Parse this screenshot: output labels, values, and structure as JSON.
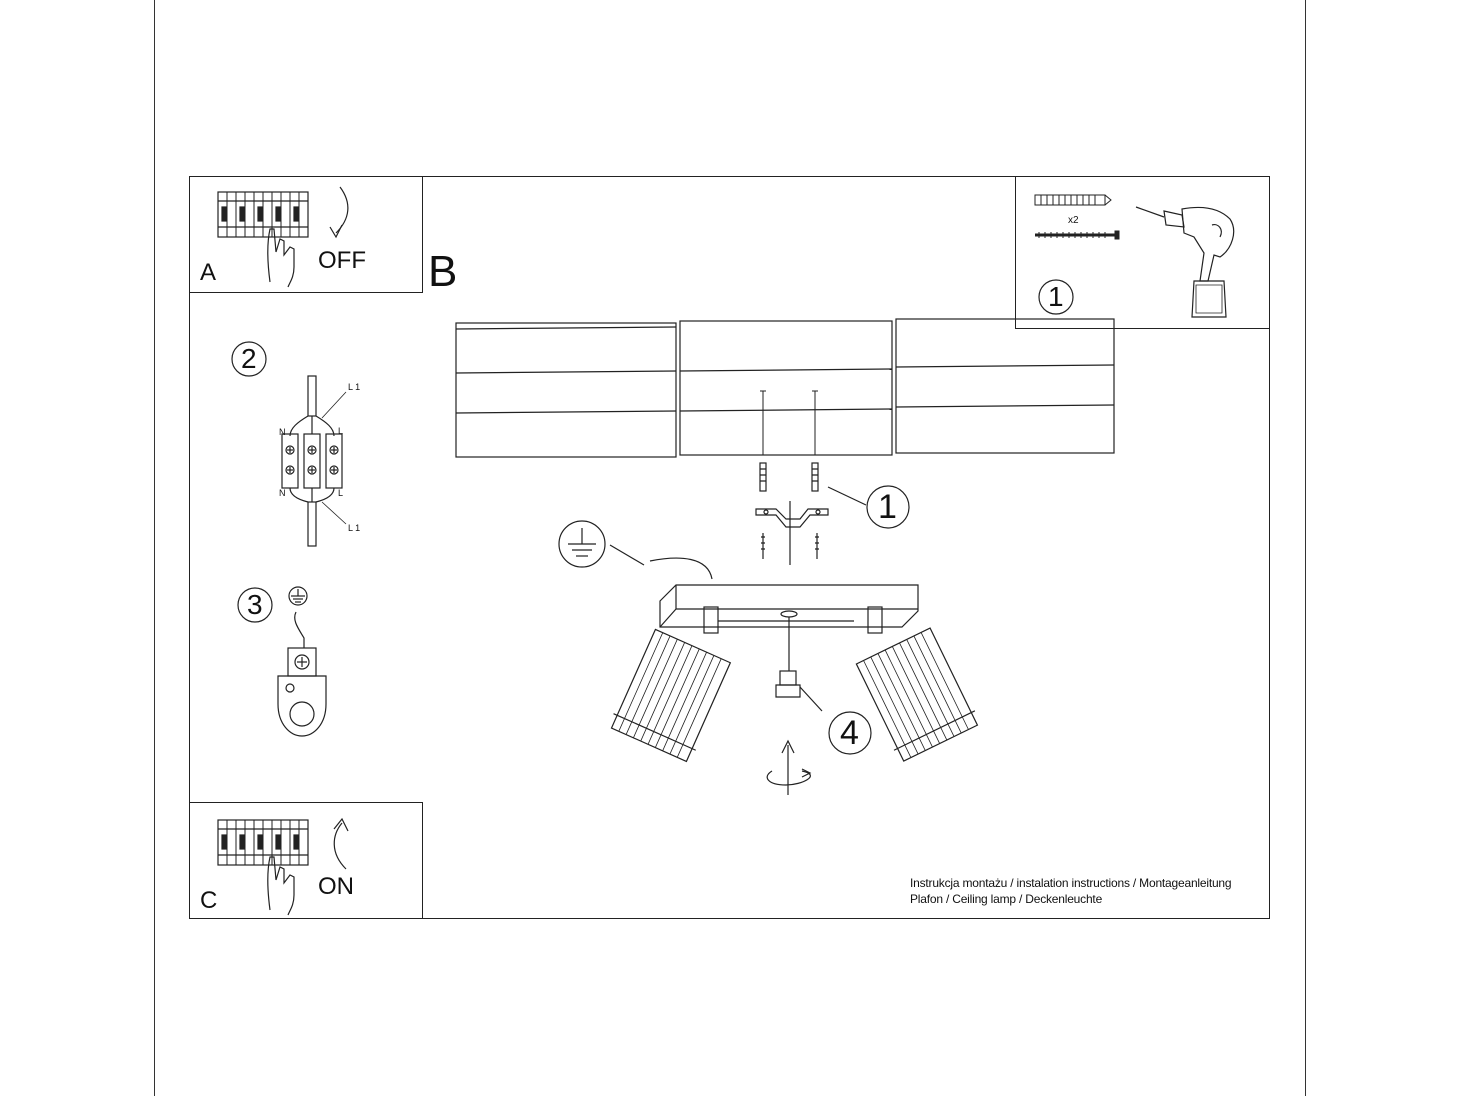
{
  "step_a": {
    "letter": "A",
    "action": "OFF"
  },
  "step_b": {
    "letter": "B"
  },
  "step_c": {
    "letter": "C",
    "action": "ON"
  },
  "callouts": {
    "c1_tools": "1",
    "c2": "2",
    "c3": "3",
    "c1_mount": "1",
    "c4": "4"
  },
  "tools": {
    "anchor_count": "x2"
  },
  "wiring": {
    "top_left": "N",
    "top_right": "L",
    "top_phase": "L 1",
    "bottom_left": "N",
    "bottom_right": "L",
    "bottom_phase": "L 1"
  },
  "footer": {
    "line1": "Instrukcja montażu / instalation instructions / Montageanleitung",
    "line2": "Plafon / Ceiling lamp / Deckenleuchte"
  }
}
